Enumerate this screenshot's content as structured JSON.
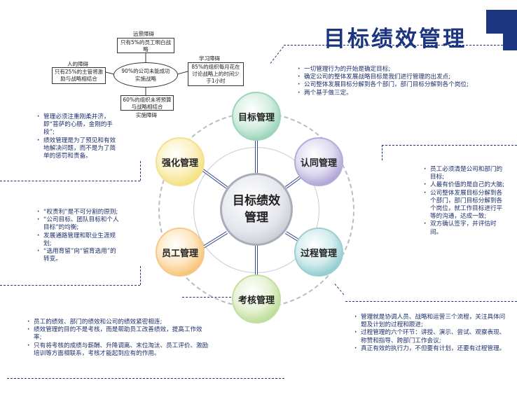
{
  "title": "目标绩效管理",
  "obstacles": {
    "center": "90%的公司未能成功实施战略",
    "vision": {
      "label": "远景障碍",
      "text": "只有5%的员工明白战略"
    },
    "people": {
      "label": "人的障碍",
      "text": "只有25%的主管将激励与战略相结合"
    },
    "learning": {
      "label": "学习障碍",
      "text": "85%的组织每月花在讨论战略上的时间少于1小时"
    },
    "implementation": {
      "label": "实施障碍",
      "text": "60%的组织未将预算与战略相结合"
    }
  },
  "center_node": {
    "line1": "目标绩效",
    "line2": "管理"
  },
  "nodes": {
    "goal": "目标管理",
    "agree": "认同管理",
    "process": "过程管理",
    "assess": "考核管理",
    "staff": "员工管理",
    "strengthen": "强化管理"
  },
  "colors": {
    "goal": "#6dbf9b",
    "agree": "#8a7cc2",
    "process": "#5fb3b7",
    "assess": "#9ccb6a",
    "staff": "#f2a93c",
    "strengthen": "#f0d44a",
    "accent": "#1d3580"
  },
  "notes": {
    "goal": [
      "一切管理行为的开始是确定目标;",
      "确定公司的整体发展战略目标是我们进行管理的出发点;",
      "公司整体发展目标分解到各个部门，部门目标分解到各个岗位;",
      "两个基于做三定。"
    ],
    "agree": [
      "员工必须清楚公司和部门的目标;",
      "人最有价值的是自己的大脑;",
      "公司整体发展目标分解到各个部门，部门目标分解到各个岗位，就工作目标进行平等的沟通，达成一致;",
      "双方确认签字，并评估时间。"
    ],
    "process": [
      "管理就是协调人员、战略和运营三个流程，关注具体问题及计划的过程和跟进;",
      "过程管理的六个环节：讲授、演示、尝试、观察表现、称赞和指导、跨部门工作会议;",
      "真正有效的执行力，不但要有计划，还要有过程管理。"
    ],
    "assess": [
      "员工的绩效、部门的绩效和公司的绩效紧密相连;",
      "绩效管理的目的不是考核，而是帮助员工改善绩效，提高工作效率;",
      "只有将考核的成绩与薪酬、升降调离、末位淘汰、员工评价、激励培训等方面相联系，考核才能起到应有的作用。"
    ],
    "staff": [
      "“权责利”是不可分割的原则;",
      "“公司目标、团队目标和个人目标”的均衡;",
      "发展通路管理和职业生涯规划;",
      "“选用育留”向“留育选用”的转变。"
    ],
    "strengthen": [
      "管理必须注重刚柔并济，即“菩萨的心肠，金刚的手段”;",
      "绩效管理是为了预见和有效地解决问题，而不是为了简单的惩罚和责备。"
    ]
  }
}
